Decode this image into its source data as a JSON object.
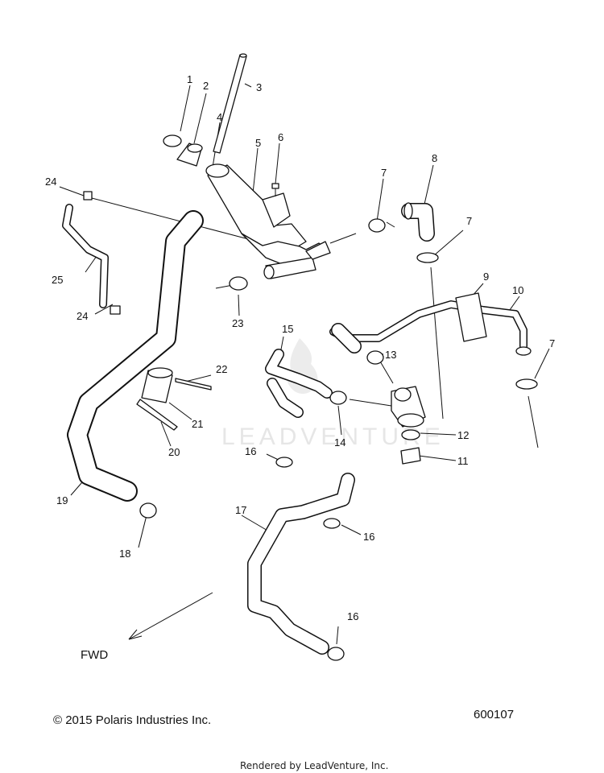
{
  "callouts": [
    "1",
    "2",
    "3",
    "4",
    "5",
    "6",
    "7",
    "8",
    "7",
    "9",
    "10",
    "7",
    "24",
    "25",
    "24",
    "23",
    "15",
    "13",
    "22",
    "21",
    "20",
    "19",
    "18",
    "16",
    "14",
    "12",
    "11",
    "17",
    "16",
    "16"
  ],
  "fwd_label": "FWD",
  "copyright": "© 2015 Polaris Industries Inc.",
  "diagram_number": "600107",
  "footer": "Rendered by LeadVenture, Inc.",
  "watermark": "LEADVENTURE"
}
